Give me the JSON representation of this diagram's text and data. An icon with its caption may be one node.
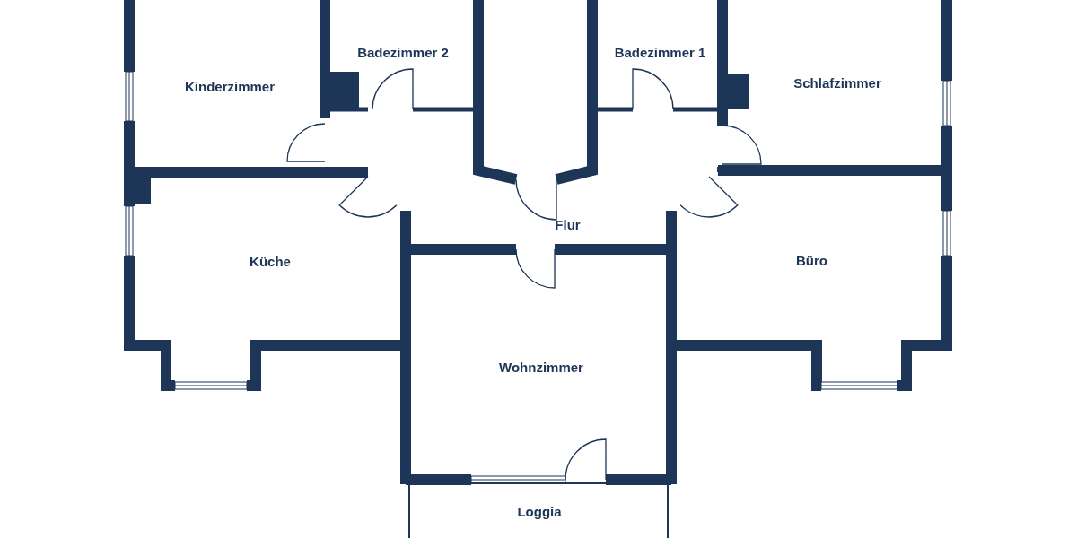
{
  "diagram": {
    "nodes": [
      {
        "text": [
          "Kinderzimmer"
        ]
      },
      {
        "text": [
          "Badezimmer 2"
        ]
      },
      {
        "text": [
          "Badezimmer 1"
        ]
      },
      {
        "text": [
          "Schlafzimmer"
        ]
      },
      {
        "text": [
          "Flur"
        ]
      },
      {
        "text": [
          "Küche"
        ]
      },
      {
        "text": [
          "Büro"
        ]
      },
      {
        "text": [
          "Wohnzimmer"
        ]
      },
      {
        "text": [
          "Loggia"
        ]
      }
    ],
    "edges": []
  }
}
